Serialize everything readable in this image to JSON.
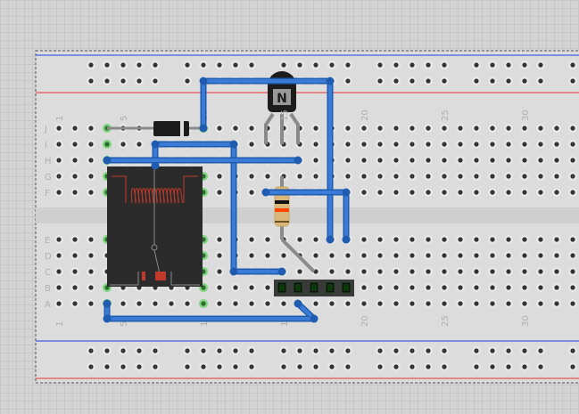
{
  "breadboard": {
    "row_labels_top": [
      "J",
      "I",
      "H",
      "G",
      "F"
    ],
    "row_labels_bottom": [
      "E",
      "D",
      "C",
      "B",
      "A"
    ],
    "column_numbers": [
      "1",
      "5",
      "10",
      "15",
      "20",
      "25",
      "30"
    ],
    "transistor_label": "N",
    "colors": {
      "wire": "#3a7bd5",
      "wire_border": "#1f5cb0",
      "rail_positive": "#e83030",
      "rail_negative": "#2040e0",
      "connected_hole": "#56d156",
      "relay_body": "#2b2b2b",
      "coil": "#c0392b"
    }
  }
}
